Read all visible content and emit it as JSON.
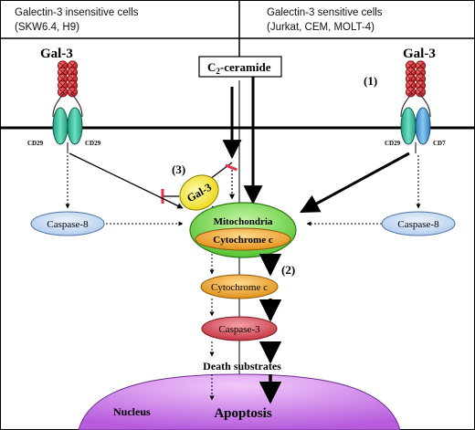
{
  "header": {
    "left_title": "Galectin-3 insensitive cells",
    "left_subtitle": "(SKW6.4, H9)",
    "right_title": "Galectin-3 sensitive cells",
    "right_subtitle": "(Jurkat, CEM, MOLT-4)"
  },
  "labels": {
    "gal3_left": "Gal-3",
    "gal3_right": "Gal-3",
    "gal3_inhibitor": "Gal-3",
    "ceramide_main": "C",
    "ceramide_sub": "2",
    "ceramide_rest": "-ceramide",
    "marker_1": "(1)",
    "marker_2": "(2)",
    "marker_3": "(3)",
    "cd29_left_a": "CD29",
    "cd29_left_b": "CD29",
    "cd29_right": "CD29",
    "cd7_right": "CD7",
    "caspase8_left": "Caspase-8",
    "caspase8_right": "Caspase-8",
    "mitochondria": "Mitochondria",
    "cytochrome_mito": "Cytochrome c",
    "cytochrome_free": "Cytochrome c",
    "caspase3": "Caspase-3",
    "death_substrates": "Death substrates",
    "nucleus": "Nucleus",
    "apoptosis": "Apoptosis"
  },
  "colors": {
    "gal3_bead": "#d8262b",
    "cd29_green": "#35c7a2",
    "cd7_blue": "#4aa8e0",
    "caspase8_fill": "#cfe1f7",
    "mitochondria_fill": "#7fe05a",
    "cytochrome_fill": "#f0a42a",
    "caspase3_fill": "#d8404e",
    "gal3_inhibitor_fill": "#f5ea1a",
    "nucleus_fill": "#c770e6",
    "inhibition_red": "#e0304a"
  }
}
